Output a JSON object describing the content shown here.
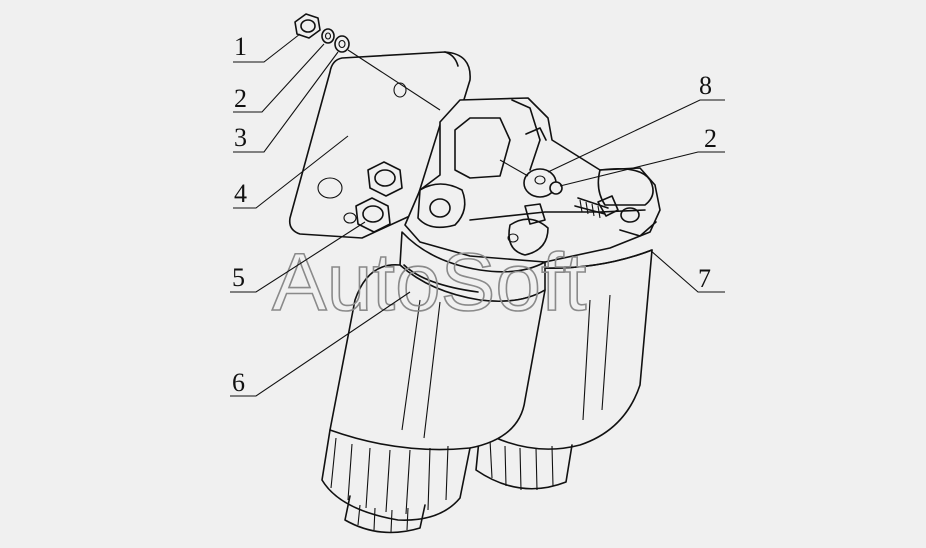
{
  "diagram": {
    "watermark": "AutoSoft",
    "callouts": [
      {
        "id": "c1",
        "label": "1"
      },
      {
        "id": "c2a",
        "label": "2"
      },
      {
        "id": "c3",
        "label": "3"
      },
      {
        "id": "c4",
        "label": "4"
      },
      {
        "id": "c5",
        "label": "5"
      },
      {
        "id": "c6",
        "label": "6"
      },
      {
        "id": "c8",
        "label": "8"
      },
      {
        "id": "c2b",
        "label": "2"
      },
      {
        "id": "c7",
        "label": "7"
      }
    ]
  }
}
